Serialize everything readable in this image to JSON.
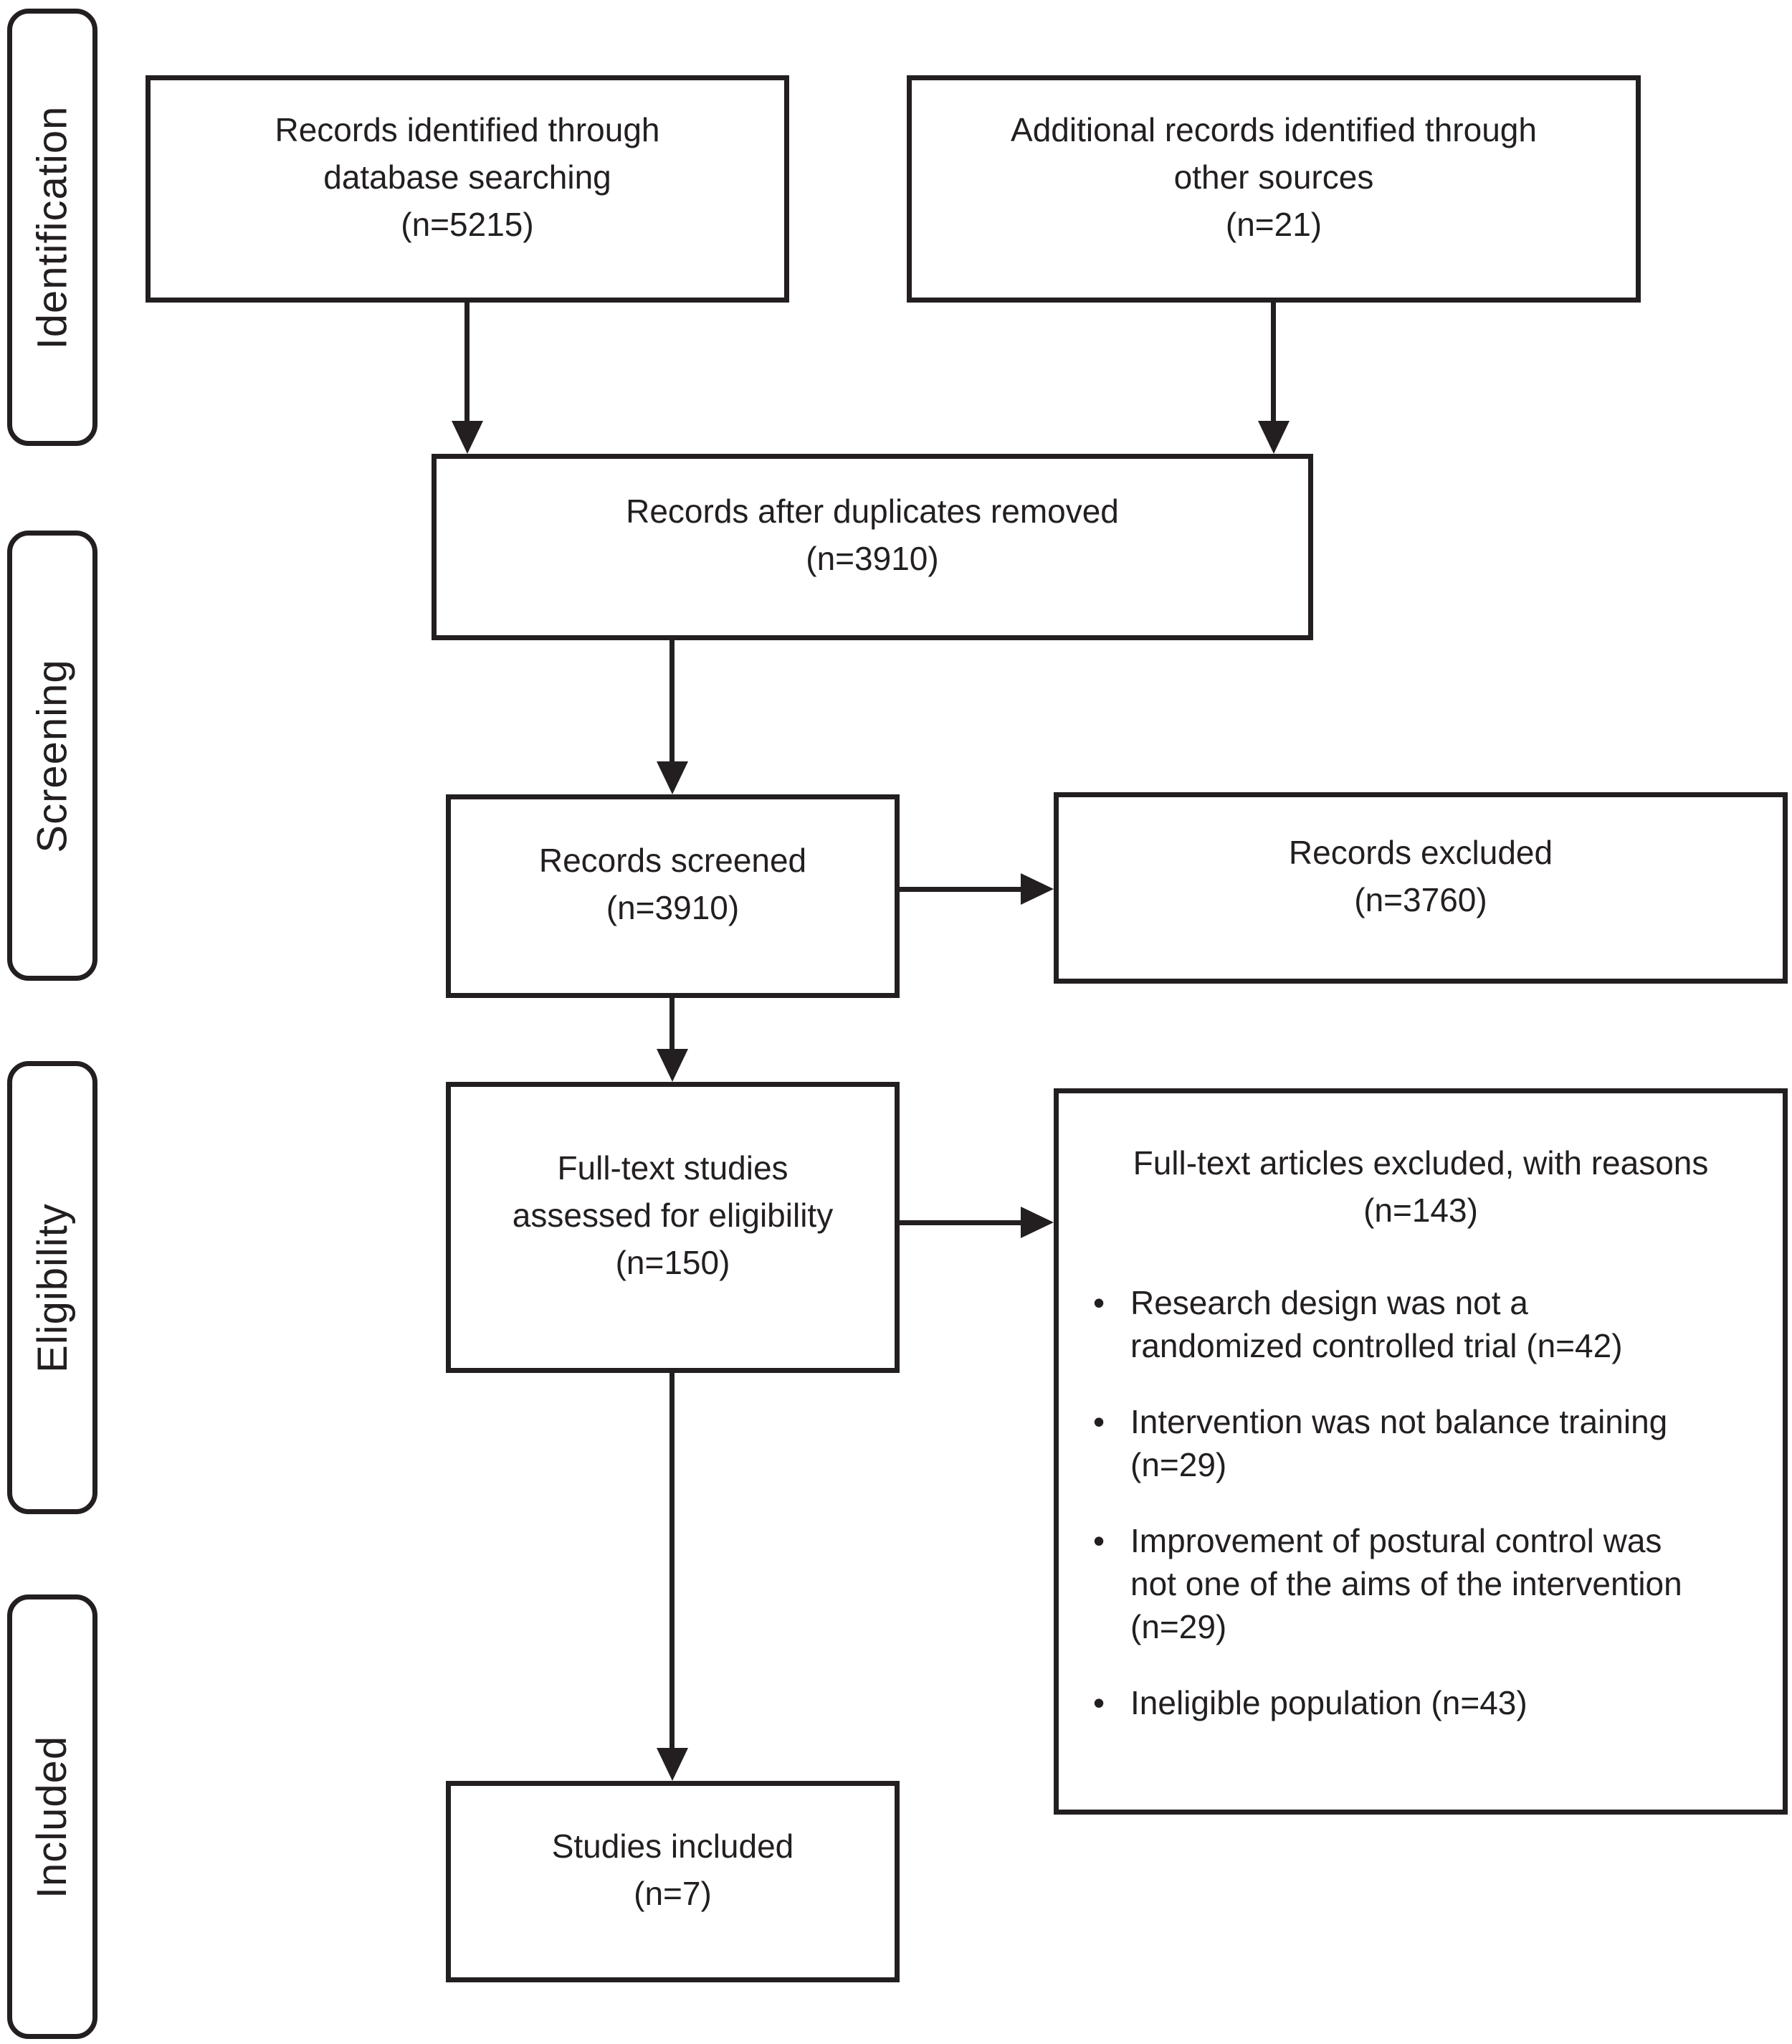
{
  "diagram": {
    "type": "prisma-flow-diagram",
    "colors": {
      "ink": "#231f20",
      "background": "#ffffff"
    },
    "bullet_char": "•",
    "stages": {
      "identification": "Identification",
      "screening": "Screening",
      "eligibility": "Eligibility",
      "included": "Included"
    },
    "boxes": {
      "identified": {
        "lines": [
          "Records identified through",
          "database searching",
          "(n=5215)"
        ]
      },
      "additional": {
        "lines": [
          "Additional records identified through",
          "other sources",
          "(n=21)"
        ]
      },
      "after_duplicates": {
        "lines": [
          "Records after duplicates removed",
          "(n=3910)"
        ]
      },
      "screened": {
        "lines": [
          "Records screened",
          "(n=3910)"
        ]
      },
      "excluded": {
        "lines": [
          "Records excluded",
          "(n=3760)"
        ]
      },
      "fulltext_assessed": {
        "lines": [
          "Full-text studies",
          "assessed for eligibility",
          "(n=150)"
        ]
      },
      "fulltext_excluded": {
        "title_lines": [
          "Full-text articles excluded, with reasons",
          "(n=143)"
        ],
        "items": [
          {
            "lines": [
              "Research design was not a",
              "randomized controlled trial (n=42)"
            ]
          },
          {
            "lines": [
              "Intervention was not balance training",
              "(n=29)"
            ]
          },
          {
            "lines": [
              "Improvement of postural control was",
              "not one of the aims of the intervention",
              "(n=29)"
            ]
          },
          {
            "lines": [
              "Ineligible population (n=43)"
            ]
          }
        ]
      },
      "studies_included": {
        "lines": [
          "Studies included",
          "(n=7)"
        ]
      }
    },
    "counts": {
      "records_identified": 5215,
      "additional_records": 21,
      "after_duplicates_removed": 3910,
      "records_screened": 3910,
      "records_excluded": 3760,
      "fulltext_assessed": 150,
      "fulltext_excluded": 143,
      "reason_not_rct": 42,
      "reason_not_balance_training": 29,
      "reason_not_postural_aim": 29,
      "reason_ineligible_population": 43,
      "studies_included": 7
    }
  }
}
